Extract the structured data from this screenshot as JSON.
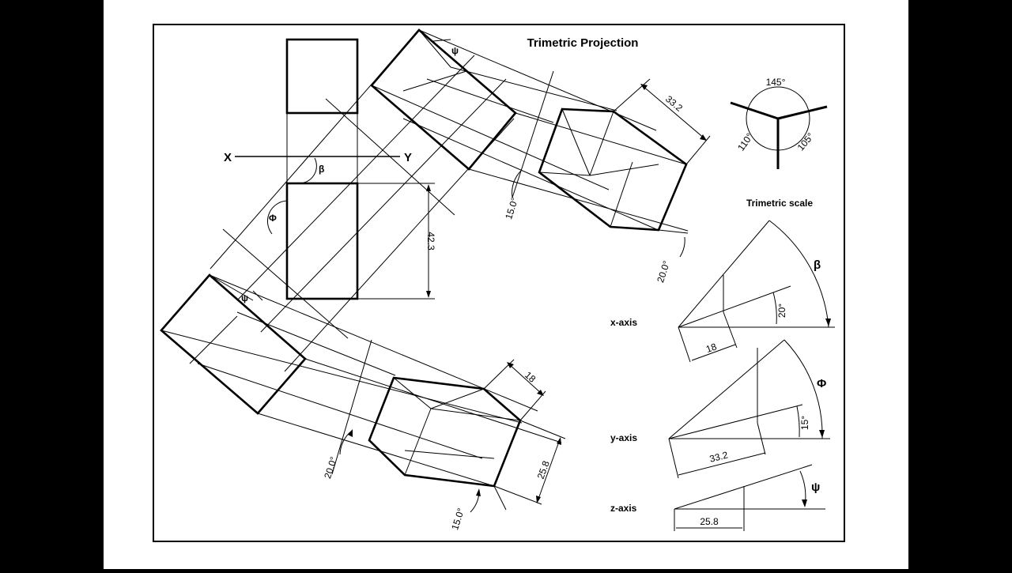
{
  "colors": {
    "background": "#000000",
    "sheet": "#ffffff",
    "ink": "#000000"
  },
  "drawing": {
    "title": "Trimetric Projection",
    "x_label": "X",
    "y_label": "Y",
    "beta": "β",
    "phi": "Φ",
    "psi": "ψ",
    "dim_42_3": "42.3",
    "dim_33_2": "33.2",
    "dim_15_top": "15.0°",
    "dim_20_right": "20.0°",
    "dim_18": "18",
    "dim_25_8": "25.8",
    "dim_20_bottom": "20.0°",
    "dim_15_bottom": "15.0°"
  },
  "angle_diagram": {
    "a145": "145°",
    "a110": "110°",
    "a105": "105°"
  },
  "scale": {
    "title": "Trimetric scale",
    "x_axis": "x-axis",
    "y_axis": "y-axis",
    "z_axis": "z-axis",
    "beta": "β",
    "phi": "Φ",
    "psi": "ψ",
    "x_angle": "20°",
    "y_angle": "15°",
    "x_len": "18",
    "y_len": "33.2",
    "z_len": "25.8"
  }
}
